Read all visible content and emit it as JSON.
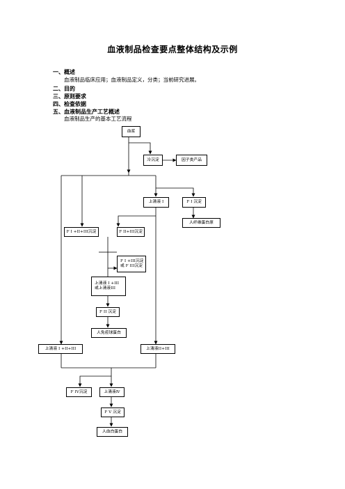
{
  "document": {
    "title": "血液制品检查要点整体结构及示例",
    "sections": [
      {
        "heading": "一、概述",
        "body": "血液制品临床应用；血液制品定义，分类；当前研究进展。"
      },
      {
        "heading": "二、目的"
      },
      {
        "heading": "三、原则要求"
      },
      {
        "heading": "四、检查依据"
      },
      {
        "heading": "五、血液制品生产工艺概述",
        "body": "血液制品生产的基本工艺流程"
      }
    ]
  },
  "flowchart": {
    "plasma": "血浆",
    "cryo": "冷沉淀",
    "factor_products": "因子类产品",
    "supernatant_1": "上清液 I",
    "precip_1": "F I 沉淀",
    "fibrinogen": "人纤维蛋白原",
    "precip_1_2_3": "F I +II+III沉淀",
    "precip_2_3": "F II+III沉淀",
    "precip_1_3_line1": "F I +III沉淀",
    "precip_1_3_line2": "或 F III沉淀",
    "supernatant_1_3_line1": "上清液 I +III",
    "supernatant_1_3_line2": "或上清液III",
    "precip_2": "F II 沉淀",
    "immunoglobulin": "人免疫球蛋白",
    "supernatant_123": "上清液 I +II+III",
    "supernatant_23": "上清液II+III",
    "precip_4": "F IV沉淀",
    "supernatant_4": "上清液Ⅳ",
    "precip_5": "F V 沉淀",
    "albumin": "人血白蛋白"
  }
}
